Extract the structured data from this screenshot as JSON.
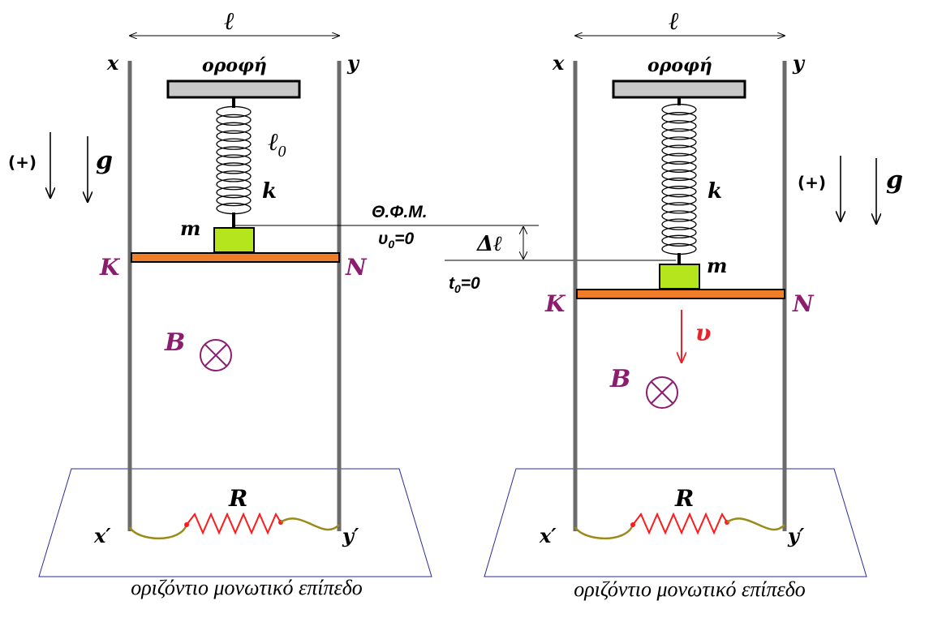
{
  "colors": {
    "rail": "#6b6b6b",
    "ceiling": "#c8c8c8",
    "rod": "#f07d2a",
    "mass": "#b5e61d",
    "magenta": "#8c1c6e",
    "resistor": "#ff1a1a",
    "wire": "#9a8a1a",
    "plane": "#2a2a9c",
    "velocity": "#e4262c"
  },
  "left": {
    "ell": "ℓ",
    "rail_left_top": "x",
    "rail_right_top": "y",
    "rail_left_bottom": "x′",
    "rail_right_bottom": "y′",
    "ceiling": "οροφή",
    "natural_length": "ℓ",
    "natural_length_sub": "0",
    "spring_k": "k",
    "mass_m": "m",
    "rod_left": "K",
    "rod_right": "N",
    "field_B": "B",
    "resistor_R": "R",
    "plane_caption": "οριζόντιο μονωτικό επίπεδο",
    "positive": "(+)",
    "gravity": "g"
  },
  "middle": {
    "natural_position": "Θ.Φ.Μ.",
    "v0_v": "υ",
    "v0_sub": "0",
    "v0_rest": "=0",
    "delta_l": "Δℓ",
    "t0_t": "t",
    "t0_sub": "0",
    "t0_rest": "=0"
  },
  "right": {
    "ell": "ℓ",
    "rail_left_top": "x",
    "rail_right_top": "y",
    "rail_left_bottom": "x′",
    "rail_right_bottom": "y′",
    "ceiling": "οροφή",
    "spring_k": "k",
    "mass_m": "m",
    "rod_left": "K",
    "rod_right": "N",
    "velocity": "υ",
    "field_B": "B",
    "resistor_R": "R",
    "plane_caption": "οριζόντιο μονωτικό επίπεδο",
    "positive": "(+)",
    "gravity": "g"
  }
}
